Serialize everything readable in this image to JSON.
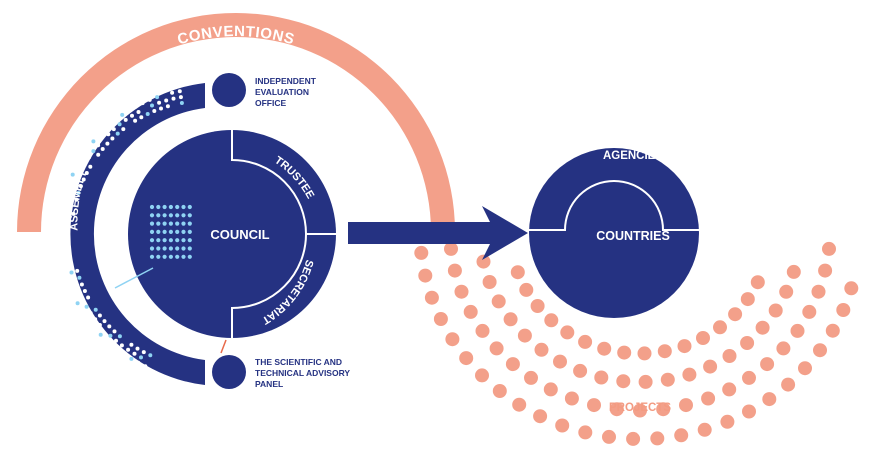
{
  "colors": {
    "navy": "#253282",
    "salmon": "#f3a08a",
    "light_blue": "#8fd3f3",
    "white": "#ffffff"
  },
  "labels": {
    "conventions": "CONVENTIONS",
    "assembly": "ASSEMBLY",
    "council": "COUNCIL",
    "trustee": "TRUSTEE",
    "secretariat": "SECRETARIAT",
    "independent_evaluation_office": [
      "INDEPENDENT",
      "EVALUATION",
      "OFFICE"
    ],
    "stap": [
      "THE SCIENTIFIC AND",
      "TECHNICAL ADVISORY",
      "PANEL"
    ],
    "agencies": "AGENCIES",
    "countries": "COUNTRIES",
    "projects": "PROJECTS"
  }
}
